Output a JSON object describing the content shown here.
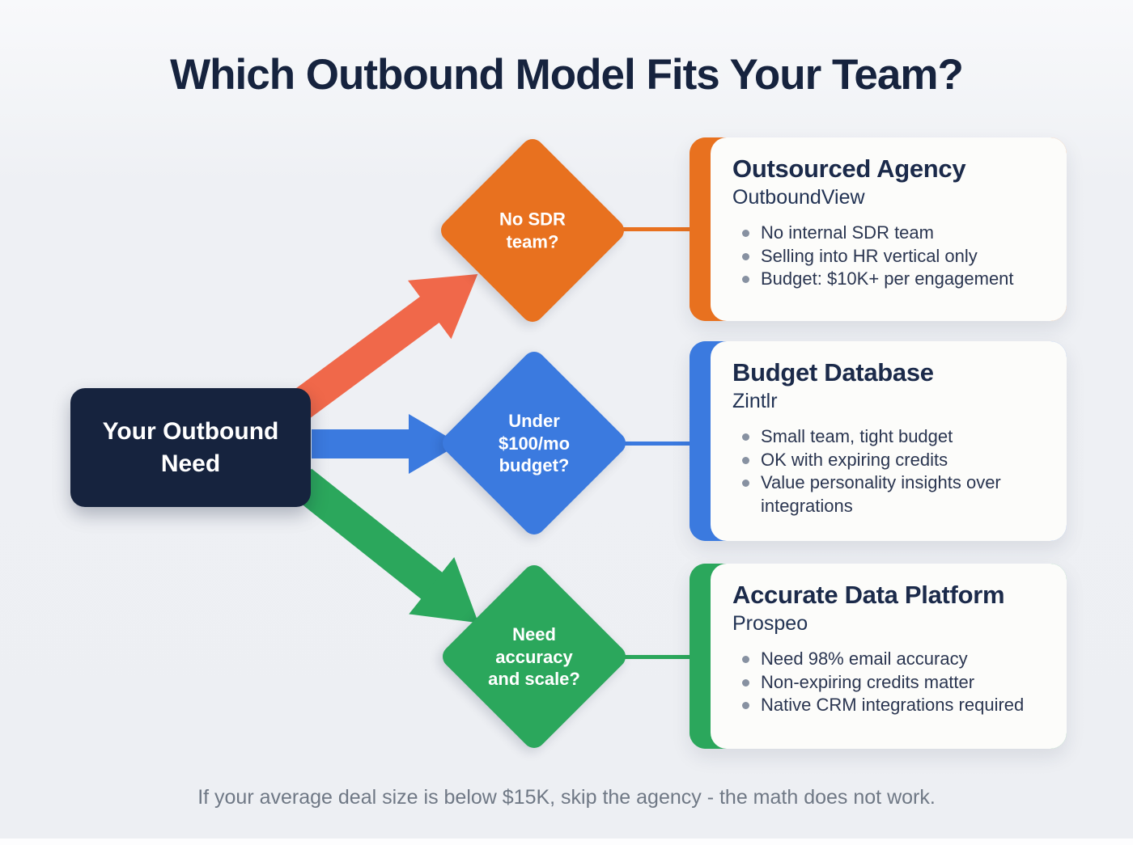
{
  "title": "Which Outbound Model Fits Your Team?",
  "start_node": {
    "label": "Your Outbound Need"
  },
  "branches": [
    {
      "question": "No SDR team?",
      "card": {
        "title": "Outsourced Agency",
        "vendor": "OutboundView",
        "bullets": [
          "No internal SDR team",
          "Selling into HR vertical only",
          "Budget: $10K+ per engagement"
        ]
      }
    },
    {
      "question": "Under $100/mo budget?",
      "card": {
        "title": "Budget Database",
        "vendor": "Zintlr",
        "bullets": [
          "Small team, tight budget",
          "OK with expiring credits",
          "Value personality insights over integrations"
        ]
      }
    },
    {
      "question": "Need accuracy and scale?",
      "card": {
        "title": "Accurate Data Platform",
        "vendor": "Prospeo",
        "bullets": [
          "Need 98% email accuracy",
          "Non-expiring credits matter",
          "Native CRM integrations required"
        ]
      }
    }
  ],
  "footer": "If your average deal size is below $15K, skip the agency - the math does not work.",
  "colors": {
    "navy": "#16233E",
    "text-navy": "#1B2A4A",
    "orange": "#E8711F",
    "orange-arrow": "#F0684A",
    "blue": "#3B7ADF",
    "green": "#2BA75C",
    "card-bg": "#FCFCFA",
    "bg": "#EEF0F4",
    "bullet-dot": "#8791A1",
    "footer-gray": "#6F7885"
  }
}
